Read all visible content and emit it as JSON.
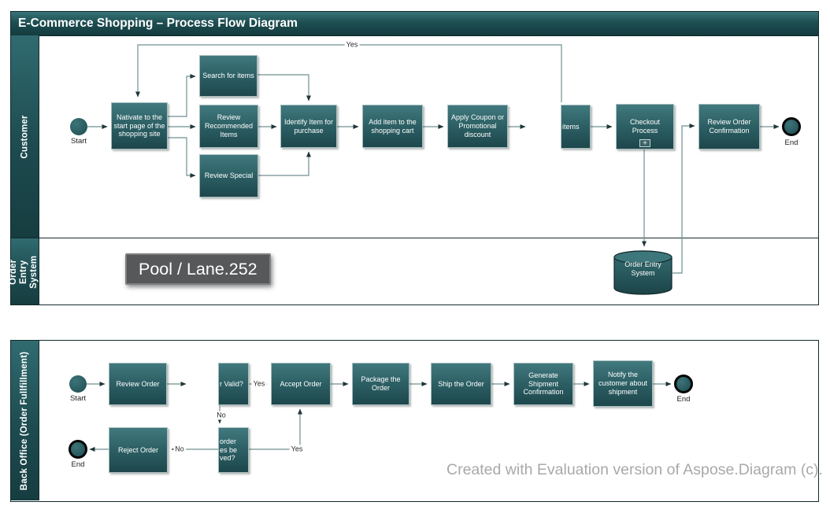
{
  "diagram": {
    "title": "E-Commerce Shopping – Process Flow Diagram",
    "watermark": "Created with Evaluation version of Aspose.Diagram (c).",
    "tooltip": "Pool / Lane.252"
  },
  "lanes": {
    "customer": "Customer",
    "order_entry": "Order Entry System",
    "back_office": "Back Office (Order Fullfillment)"
  },
  "customer_lane": {
    "start_label": "Start",
    "navigate": "Nativate to the start page of the shopping site",
    "search": "Search for items",
    "review_recommended": "Review Recommended Items",
    "review_special": "Review Special",
    "identify": "Identify Item for purchase",
    "add_item": "Add item to the shopping cart",
    "apply_coupon": "Apply Coupon or Promotional discount",
    "items_clipped": "items",
    "checkout": "Checkout Process",
    "checkout_marker": "+",
    "review_confirmation": "Review Order Confirmation",
    "end_label": "End",
    "yes_label": "Yes"
  },
  "order_entry_lane": {
    "database": "Order Entry System"
  },
  "back_office_lane": {
    "start_label": "Start",
    "review_order": "Review Order",
    "valid_clipped": "r Valid?",
    "yes1": "Yes",
    "no1": "No",
    "accept": "Accept Order",
    "resolve_l1": "order",
    "resolve_l2": "es be",
    "resolve_l3": "ved?",
    "yes2": "Yes",
    "no2": "No",
    "reject": "Reject Order",
    "end_left_label": "End",
    "package": "Package the Order",
    "ship": "Ship the Order",
    "generate": "Generate Shipment Confirmation",
    "notify": "Notify the customer about shipment",
    "end_right_label": "End"
  },
  "colors": {
    "teal_dark": "#1d4b4f",
    "teal_light": "#41797e",
    "connector": "#6f8f91",
    "arrowhead": "#1f3638",
    "tooltip_bg": "#57585a",
    "watermark_text": "#a9a9a9"
  }
}
